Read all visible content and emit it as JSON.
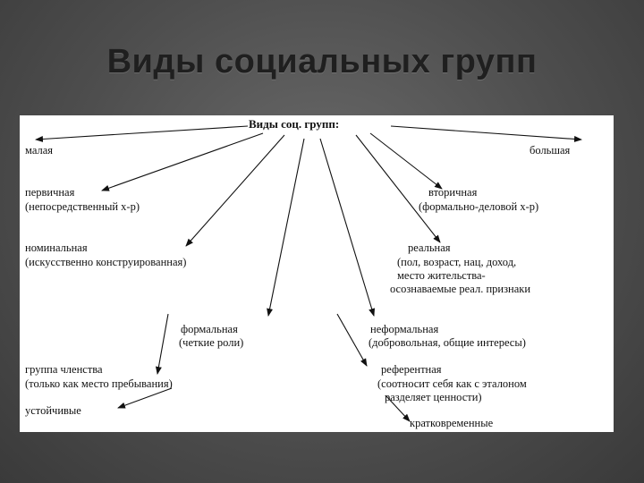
{
  "slide": {
    "title": "Виды социальных групп"
  },
  "diagram": {
    "root": "Виды соц. групп:",
    "nodes": {
      "malaya": "малая",
      "bolshaya": "большая",
      "pervichnaya": "первичная",
      "pervichnaya_desc": "(непосредственный х-р)",
      "vtorichnaya": "вторичная",
      "vtorichnaya_desc": "(формально-деловой х-р)",
      "nominalnaya": "номинальная",
      "nominalnaya_desc": "(искусственно  конструированная)",
      "realnaya": "реальная",
      "realnaya_desc1": "(пол, возраст, нац, доход,",
      "realnaya_desc2": "место жительства-",
      "realnaya_desc3": "осознаваемые реал. признаки",
      "formalnaya": "формальная",
      "formalnaya_desc": "(четкие роли)",
      "neformalnaya": "неформальная",
      "neformalnaya_desc": "(добровольная, общие интересы)",
      "gruppa_chlenstva": "группа членства",
      "gruppa_chlenstva_desc": "(только как место пребывания)",
      "referentnaya": "референтная",
      "referentnaya_desc1": "(соотносит себя как с эталоном",
      "referentnaya_desc2": "разделяет ценности)",
      "ustoichivye": "устойчивые",
      "kratkovremennye": "кратковременные"
    }
  }
}
